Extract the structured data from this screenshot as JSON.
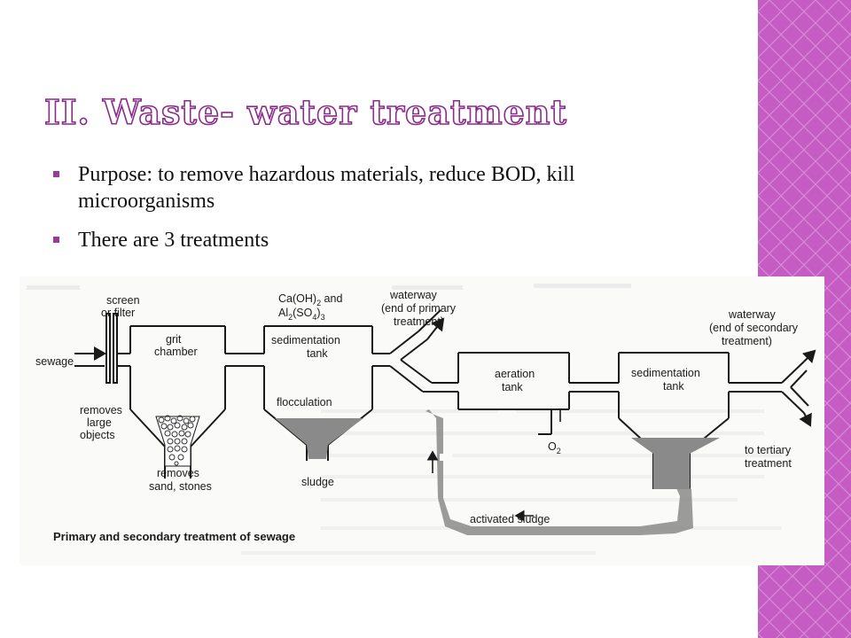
{
  "slide": {
    "title": "II. Waste- water treatment",
    "bullets": [
      {
        "text": "Purpose: to remove hazardous materials, reduce BOD, kill microorganisms"
      },
      {
        "text": "There are 3 treatments"
      }
    ]
  },
  "diagram": {
    "labels": {
      "screen": "screen",
      "or_filter": "or filter",
      "sewage": "sewage",
      "grit": "grit",
      "chamber": "chamber",
      "removes": "removes",
      "large": "large",
      "objects": "objects",
      "removes2": "removes",
      "sand_stones": "sand, stones",
      "caoh": "Ca(OH)",
      "caoh_sub": "2",
      "caoh_and": " and",
      "al": "Al",
      "al_sub1": "2",
      "al_so": "(SO",
      "al_sub2": "4",
      "al_close": ")",
      "al_sub3": "3",
      "sed1_a": "sedimentation",
      "sed1_b": "tank",
      "flocculation": "flocculation",
      "sludge": "sludge",
      "ww1_a": "waterway",
      "ww1_b": "(end of primary",
      "ww1_c": "treatment)",
      "aeration_a": "aeration",
      "aeration_b": "tank",
      "o2": "O",
      "o2_sub": "2",
      "sed2_a": "sedimentation",
      "sed2_b": "tank",
      "ww2_a": "waterway",
      "ww2_b": "(end of secondary",
      "ww2_c": "treatment)",
      "tert_a": "to tertiary",
      "tert_b": "treatment",
      "activated": "activated sludge",
      "caption": "Primary and secondary treatment of sewage"
    }
  },
  "colors": {
    "accent": "#8a2c8a",
    "sidebar": "#c45cc4",
    "sludge": "#777777",
    "ink": "#1a1a1a"
  }
}
